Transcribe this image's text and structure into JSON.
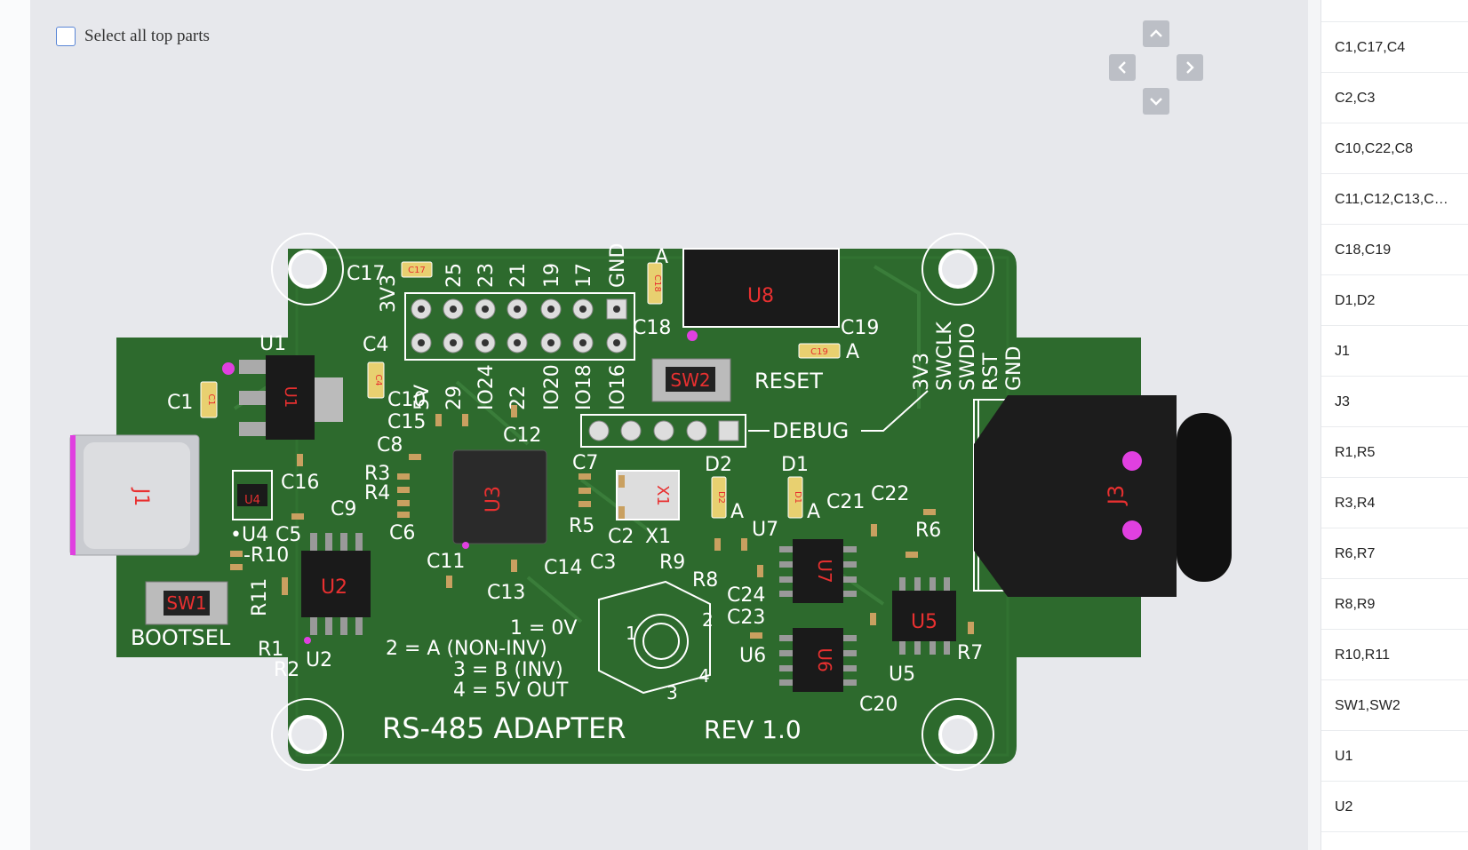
{
  "toolbar": {
    "select_all_label": "Select all top parts"
  },
  "nav": {
    "up_icon": "chevron-up-icon",
    "left_icon": "chevron-left-icon",
    "right_icon": "chevron-right-icon",
    "down_icon": "chevron-down-icon"
  },
  "colors": {
    "board": "#2d6a2d",
    "board_dark": "#1f4f1f",
    "silk": "#ffffff",
    "marker": "#e040e0",
    "ref_text": "#e83030"
  },
  "board": {
    "title": "RS-485 ADAPTER",
    "revision": "REV 1.0",
    "pinout": [
      "1 = 0V",
      "2 = A (NON-INV)",
      "3 = B (INV)",
      "4 = 5V OUT"
    ],
    "header_top_labels": [
      "3V3",
      "25",
      "23",
      "21",
      "19",
      "17",
      "GND"
    ],
    "header_bottom_labels": [
      "5V",
      "29",
      "IO24",
      "22",
      "IO20",
      "IO18",
      "IO16"
    ],
    "debug_labels": [
      "3V3",
      "SWCLK",
      "SWDIO",
      "RST",
      "GND"
    ],
    "debug_title": "DEBUG",
    "reset_label": "RESET",
    "bootsel_label": "BOOTSEL",
    "designators": {
      "C17": "C17",
      "C4": "C4",
      "C1": "C1",
      "U1": "U1",
      "C10": "C10",
      "C15": "C15",
      "C8": "C8",
      "C16": "C16",
      "R3": "R3",
      "R4": "R4",
      "C9": "C9",
      "C6": "C6",
      "U4": "•U4",
      "C5": "C5",
      "R10": "-R10",
      "R11": "R11",
      "R1": "R1",
      "R2": "R2",
      "U2": "U2",
      "C11": "C11",
      "C12": "C12",
      "C13": "C13",
      "C7": "C7",
      "R5": "R5",
      "C14": "C14",
      "C3": "C3",
      "C2": "C2",
      "X1": "X1",
      "C18": "C18",
      "C19": "C19",
      "D2": "D2",
      "D1": "D1",
      "R9": "R9",
      "R8": "R8",
      "U7": "U7",
      "C24": "C24",
      "C23": "C23",
      "U6": "U6",
      "C21": "C21",
      "C22": "C22",
      "R6": "R6",
      "U5": "U5",
      "R7": "R7",
      "C20": "C20",
      "A1": "A",
      "A2": "A",
      "A3": "A",
      "A4": "A"
    },
    "chip_refs": {
      "U8": "U8",
      "U3": "U3",
      "U2": "U2",
      "U7": "U7",
      "U6": "U6",
      "U5": "U5",
      "U1": "U1",
      "U4": "U4",
      "J1": "J1",
      "J3": "J3",
      "SW1": "SW1",
      "SW2": "SW2",
      "X1": "X1",
      "C18": "C18",
      "C19": "C19",
      "D1": "D1",
      "D2": "D2",
      "C1": "C1",
      "C4": "C4",
      "C17": "C17"
    },
    "connector_pins": [
      "1",
      "2",
      "3",
      "4"
    ]
  },
  "side_panel": {
    "items": [
      "C1,C17,C4",
      "C2,C3",
      "C10,C22,C8",
      "C11,C12,C13,C…",
      "C18,C19",
      "D1,D2",
      "J1",
      "J3",
      "R1,R5",
      "R3,R4",
      "R6,R7",
      "R8,R9",
      "R10,R11",
      "SW1,SW2",
      "U1",
      "U2"
    ]
  }
}
